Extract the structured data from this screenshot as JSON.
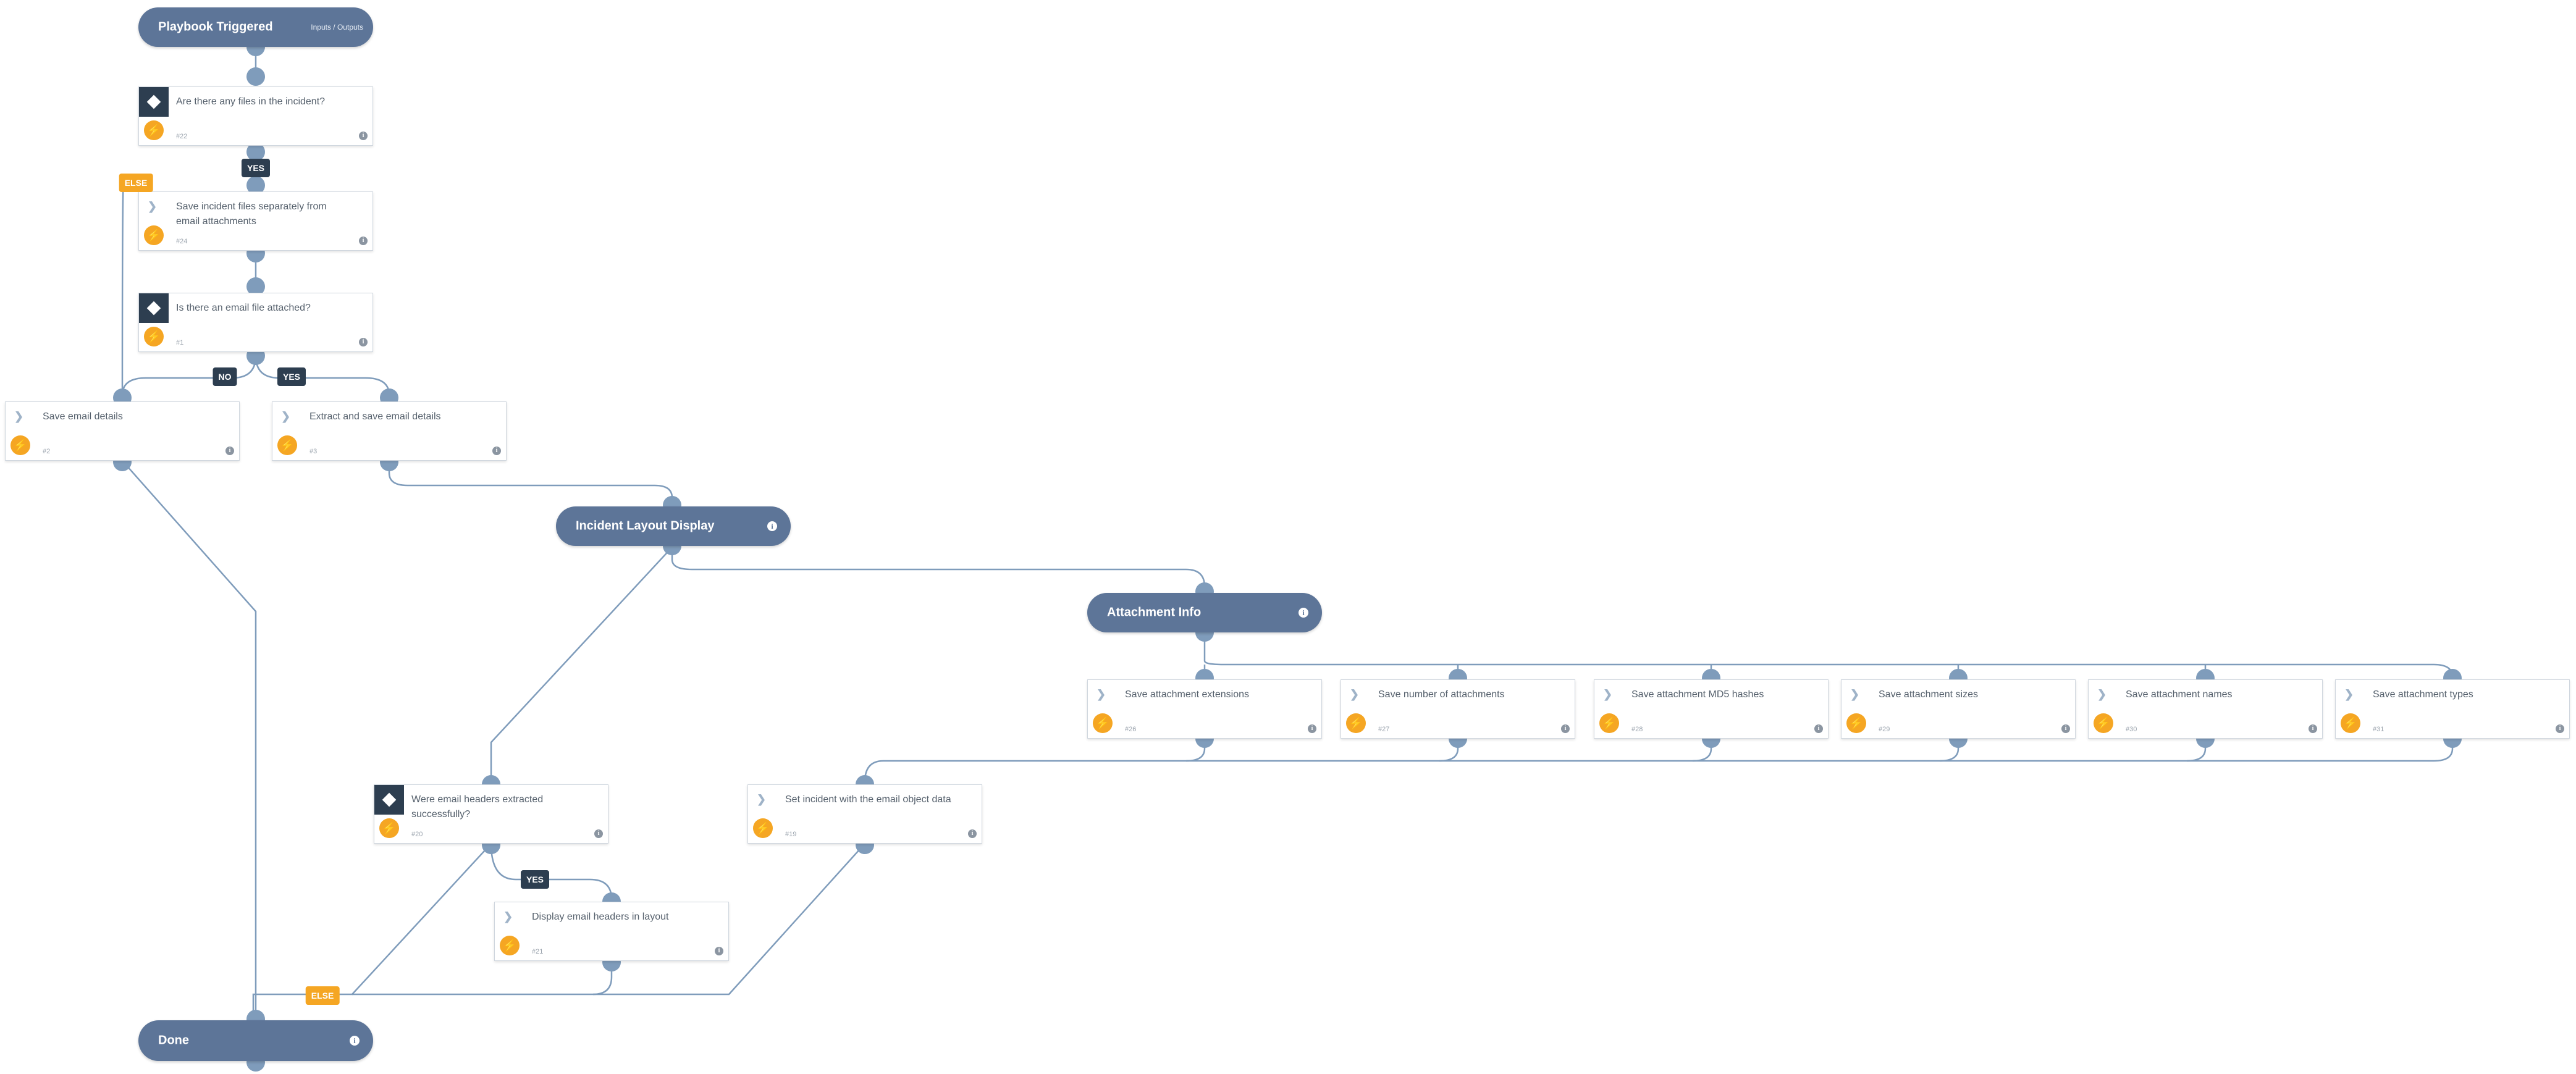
{
  "nodes": {
    "playbook_triggered": {
      "title": "Playbook Triggered",
      "link": "Inputs / Outputs"
    },
    "t22": {
      "title": "Are there any files in the incident?",
      "id": "#22"
    },
    "t24": {
      "title": "Save incident files separately from email attachments",
      "id": "#24"
    },
    "t1": {
      "title": "Is there an email file attached?",
      "id": "#1"
    },
    "t2": {
      "title": "Save email details",
      "id": "#2"
    },
    "t3": {
      "title": "Extract and save email details",
      "id": "#3"
    },
    "incident_layout_display": {
      "title": "Incident Layout Display"
    },
    "attachment_info": {
      "title": "Attachment Info"
    },
    "t26": {
      "title": "Save attachment extensions",
      "id": "#26"
    },
    "t27": {
      "title": "Save number of attachments",
      "id": "#27"
    },
    "t28": {
      "title": "Save attachment MD5 hashes",
      "id": "#28"
    },
    "t29": {
      "title": "Save attachment sizes",
      "id": "#29"
    },
    "t30": {
      "title": "Save attachment names",
      "id": "#30"
    },
    "t31": {
      "title": "Save attachment types",
      "id": "#31"
    },
    "t20": {
      "title": "Were email headers extracted successfully?",
      "id": "#20"
    },
    "t19": {
      "title": "Set incident with the email object data",
      "id": "#19"
    },
    "t21": {
      "title": "Display email headers in layout",
      "id": "#21"
    },
    "done": {
      "title": "Done"
    }
  },
  "edge_labels": {
    "yes_files": "YES",
    "else_files": "ELSE",
    "no_email": "NO",
    "yes_email": "YES",
    "yes_headers": "YES",
    "else_headers": "ELSE"
  },
  "colors": {
    "header_pill": "#5d7598",
    "condition_badge": "#2d3e50",
    "automation_bolt": "#f5a623",
    "edge": "#7f9cbb",
    "else_label": "#f5a623"
  },
  "icons": {
    "condition": "diamond-icon",
    "task": "chevron-right-icon",
    "automation": "bolt-icon",
    "info": "info-icon"
  }
}
